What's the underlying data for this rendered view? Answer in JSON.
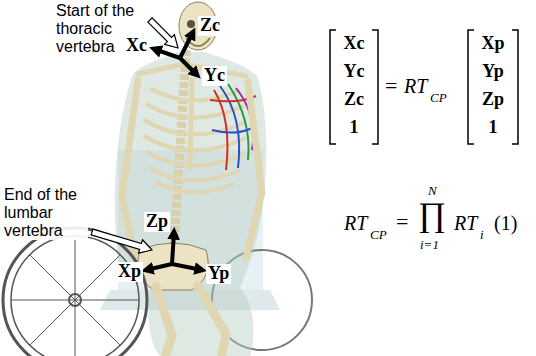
{
  "diagram": {
    "labels": [
      "Start of the thoracic vertebra",
      "Xc",
      "Zc",
      "Yc",
      "End of the lumbar vertebra",
      "Zp",
      "Xp",
      "Yp",
      "Xc",
      "Yc",
      "Zc",
      "1",
      "=",
      "RT",
      "CP",
      "Xp",
      "Yp",
      "Zp",
      "1",
      "RT",
      "CP",
      "=",
      "N",
      "∏",
      "i=1",
      "RT",
      "i",
      "(1)"
    ]
  }
}
